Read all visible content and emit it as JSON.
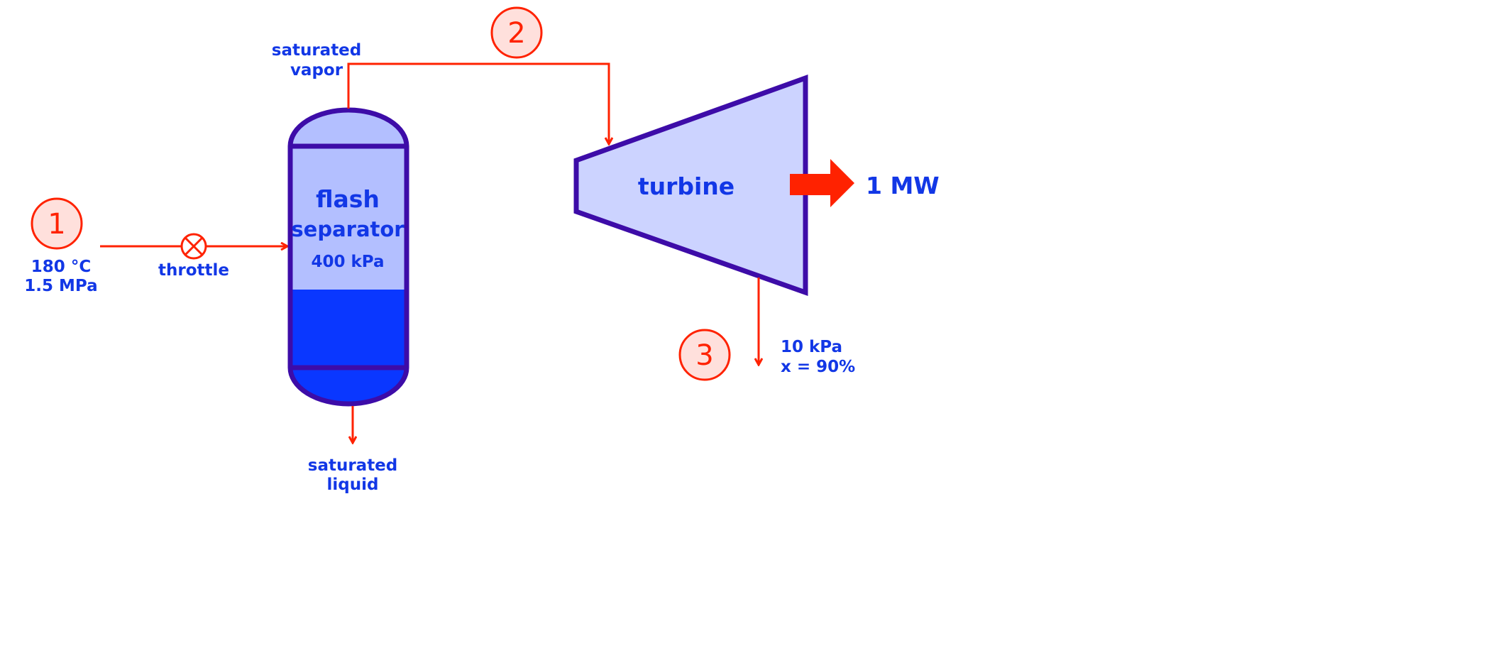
{
  "colors": {
    "stream": "#ff2200",
    "equipment_outline": "#3d0ca8",
    "vapor_fill": "#b3bfff",
    "liquid_fill": "#0a37ff",
    "turbine_fill": "#ccd3ff",
    "label_text": "#1237e6",
    "state_circle_fill": "#ffe0dc",
    "power_arrow": "#ff2200"
  },
  "states": {
    "s1": {
      "number": "1",
      "line1": "180 °C",
      "line2": "1.5 MPa"
    },
    "s2": {
      "number": "2",
      "line1": "saturated",
      "line2": "vapor"
    },
    "s3": {
      "number": "3",
      "line1": "10 kPa",
      "line2": "x = 90%"
    }
  },
  "throttle": {
    "label": "throttle"
  },
  "separator": {
    "title_line1": "flash",
    "title_line2": "separator",
    "pressure": "400 kPa",
    "bottom_line1": "saturated",
    "bottom_line2": "liquid"
  },
  "turbine": {
    "label": "turbine",
    "power": "1 MW"
  }
}
